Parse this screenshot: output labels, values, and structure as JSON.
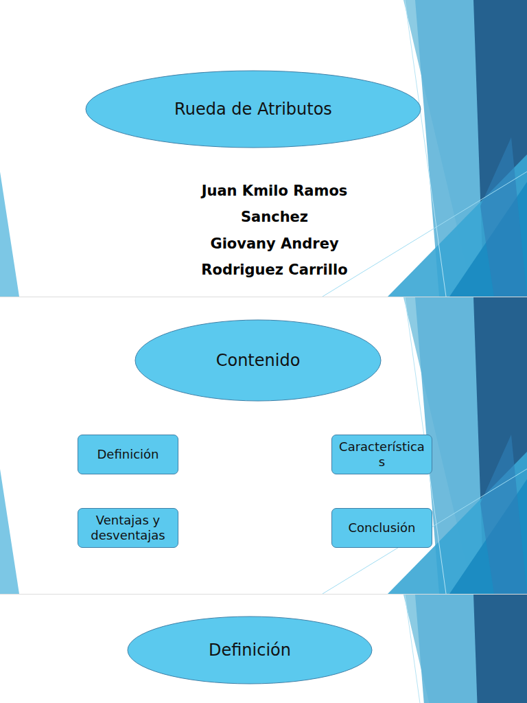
{
  "diagram": {
    "nodes": [
      {
        "text": [
          "Rueda de Atributos"
        ]
      },
      {
        "text": [
          "Contenido"
        ]
      },
      {
        "text": [
          "Definición"
        ]
      },
      {
        "text": [
          "Características"
        ]
      },
      {
        "text": [
          "Ventajas y desventajas"
        ]
      },
      {
        "text": [
          "Conclusión"
        ]
      },
      {
        "text": [
          "Definición"
        ]
      }
    ],
    "labels": [
      "Juan Kmilo Ramos Sanchez",
      "Giovany Andrey Rodriguez Carrillo"
    ]
  }
}
